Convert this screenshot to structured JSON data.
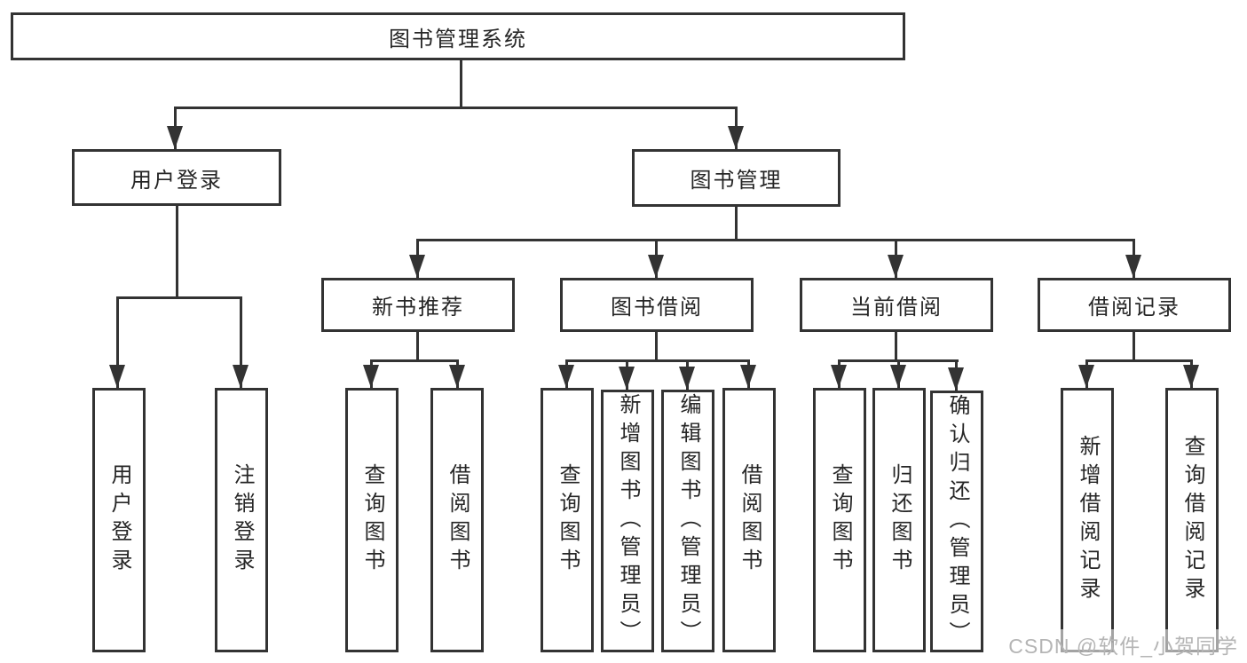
{
  "diagram": {
    "title": "图书管理系统",
    "root": {
      "label": "图书管理系统"
    },
    "level2": [
      {
        "label": "用户登录"
      },
      {
        "label": "图书管理"
      }
    ],
    "level3": [
      {
        "label": "新书推荐"
      },
      {
        "label": "图书借阅"
      },
      {
        "label": "当前借阅"
      },
      {
        "label": "借阅记录"
      }
    ],
    "leaves": [
      {
        "label": "用户登录",
        "parent": "用户登录"
      },
      {
        "label": "注销登录",
        "parent": "用户登录"
      },
      {
        "label": "查询图书",
        "parent": "新书推荐"
      },
      {
        "label": "借阅图书",
        "parent": "新书推荐"
      },
      {
        "label": "查询图书",
        "parent": "图书借阅"
      },
      {
        "label": "新增图书（管理员）",
        "parent": "图书借阅"
      },
      {
        "label": "编辑图书（管理员）",
        "parent": "图书借阅"
      },
      {
        "label": "借阅图书",
        "parent": "图书借阅"
      },
      {
        "label": "查询图书",
        "parent": "当前借阅"
      },
      {
        "label": "归还图书",
        "parent": "当前借阅"
      },
      {
        "label": "确认归还（管理员）",
        "parent": "当前借阅"
      },
      {
        "label": "新增借阅记录",
        "parent": "借阅记录"
      },
      {
        "label": "查询借阅记录",
        "parent": "借阅记录"
      }
    ]
  },
  "watermark": {
    "text": "CSDN @软件_小贺同学"
  },
  "colors": {
    "line": "#333333",
    "box_border": "#333333",
    "box_fill": "#ffffff",
    "text": "#262626",
    "watermark": "#b5b5b5",
    "background": "#ffffff"
  }
}
